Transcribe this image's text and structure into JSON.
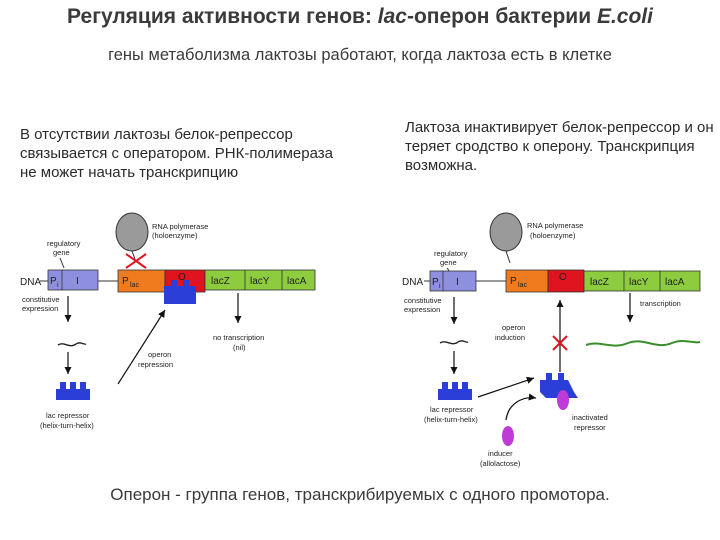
{
  "title": "Регуляция активности генов:  lac-оперон бактерии E.coli",
  "title_parts": {
    "prefix": "Регуляция активности генов:  ",
    "lac": "lac",
    "middle": "-оперон бактерии ",
    "species": "E.coli"
  },
  "subtitle": "гены метаболизма лактозы работают, когда лактоза есть в клетке",
  "left_text": "В отсутствии лактозы белок-репрессор связывается с оператором. РНК-полимераза не может начать транскрипцию",
  "right_text": "Лактоза инактивирует  белок-репрессор и он теряет сродство к оперону. Транскрипция возможна.",
  "footer": "Оперон - группа генов, транскрибируемых с одного промотора.",
  "left_diagram": {
    "rna_pol_1": "RNA polymerase",
    "rna_pol_2": "(holoenzyme)",
    "reg_gene_1": "regulatory",
    "reg_gene_2": "gene",
    "dna": "DNA",
    "p_i": "P",
    "p_i_sub": "i",
    "gene_i": "I",
    "p_lac": "P",
    "p_lac_sub": "lac",
    "operator": "O",
    "lacZ": "lacZ",
    "lacY": "lacY",
    "lacA": "lacA",
    "constitutive_1": "constitutive",
    "constitutive_2": "expression",
    "operon_rep_1": "operon",
    "operon_rep_2": "repression",
    "no_tx_1": "no transcription",
    "no_tx_2": "(nil)",
    "lac_rep_1": "lac repressor",
    "lac_rep_2": "(helix-turn-helix)"
  },
  "right_diagram": {
    "rna_pol_1": "RNA polymerase",
    "rna_pol_2": "(holoenzyme)",
    "reg_gene_1": "regulatory",
    "reg_gene_2": "gene",
    "dna": "DNA",
    "p_i": "P",
    "p_i_sub": "i",
    "gene_i": "I",
    "p_lac": "P",
    "p_lac_sub": "lac",
    "operator": "O",
    "lacZ": "lacZ",
    "lacY": "lacY",
    "lacA": "lacA",
    "constitutive_1": "constitutive",
    "constitutive_2": "expression",
    "operon_ind_1": "operon",
    "operon_ind_2": "induction",
    "transcription": "transcription",
    "lac_rep_1": "lac repressor",
    "lac_rep_2": "(helix-turn-helix)",
    "inactivated_1": "inactivated",
    "inactivated_2": "repressor",
    "inducer_1": "inducer",
    "inducer_2": "(allolactose)"
  },
  "colors": {
    "i_box": "#8f8fe0",
    "p_lac": "#f07b1e",
    "operator": "#e0141e",
    "genes": "#8ccc3e",
    "repressor": "#2b3fd8",
    "inducer": "#c03ad8",
    "mrna": "#3b8f2a",
    "polymerase": "#9a9a9a"
  }
}
